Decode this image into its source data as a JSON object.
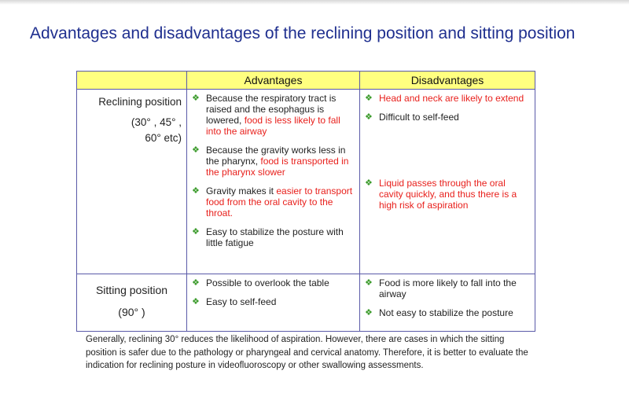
{
  "title": "Advantages and disadvantages of the reclining position and sitting position",
  "headers": [
    "",
    "Advantages",
    "Disadvantages"
  ],
  "rows": [
    {
      "label": "Reclining position",
      "sub1": "(30° , 45° ,",
      "sub2": "60° etc)",
      "advantages": [
        [
          {
            "t": "Because the respiratory tract is raised and the esophagus is lowered, ",
            "red": false
          },
          {
            "t": "food is less likely to fall into the airway",
            "red": true
          }
        ],
        [
          {
            "t": "Because the gravity works less in the pharynx, ",
            "red": false
          },
          {
            "t": "food is transported in the pharynx slower",
            "red": true
          }
        ],
        [
          {
            "t": "Gravity makes it ",
            "red": false
          },
          {
            "t": "easier to transport food from the oral cavity to the throat.",
            "red": true
          }
        ],
        [
          {
            "t": "Easy to stabilize the posture with little fatigue",
            "red": false
          }
        ]
      ],
      "disadvantages": [
        [
          {
            "t": "Head and neck are likely to extend",
            "red": true
          }
        ],
        [
          {
            "t": "Difficult to self-feed",
            "red": false
          }
        ],
        [
          {
            "t": "Liquid passes through the oral cavity quickly, and thus there is a high risk of aspiration",
            "red": true
          }
        ]
      ]
    },
    {
      "label": "Sitting position",
      "sub1": "(90° )",
      "advantages": [
        [
          {
            "t": "Possible to overlook the table",
            "red": false
          }
        ],
        [
          {
            "t": "Easy to self-feed",
            "red": false
          }
        ]
      ],
      "disadvantages": [
        [
          {
            "t": "Food is more likely to fall into the airway",
            "red": false
          }
        ],
        [
          {
            "t": "Not easy to stabilize the posture",
            "red": false
          }
        ]
      ]
    }
  ],
  "note": "Generally, reclining 30° reduces the likelihood of aspiration. However, there are cases in which the sitting position is safer due to the pathology or pharyngeal and cervical anatomy. Therefore, it is better to evaluate the indication for reclining posture in videofluoroscopy or other swallowing assessments.",
  "bullet_icon": "❖"
}
